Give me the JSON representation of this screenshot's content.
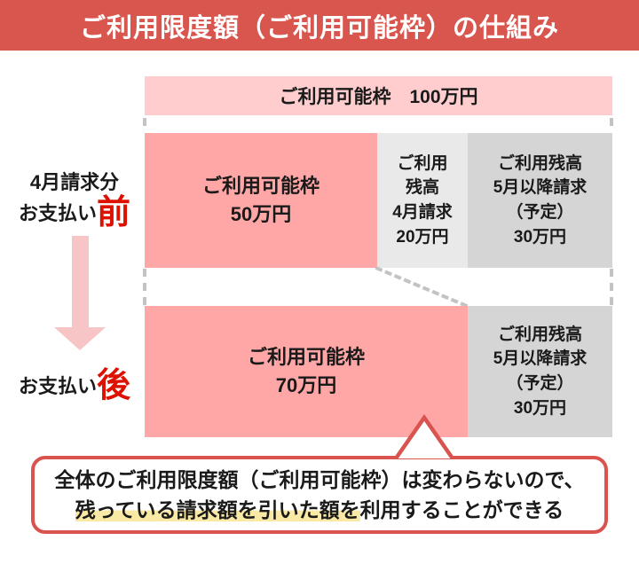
{
  "header": {
    "title": "ご利用限度額（ご利用可能枠）の仕組み"
  },
  "colors": {
    "header_bg": "#d9564e",
    "bar_pink": "#ffa6a6",
    "bar_pink_light": "#ffcdcd",
    "bar_gray_light": "#e9e9e9",
    "bar_gray_dark": "#d5d5d5",
    "accent_red": "#dd1100",
    "box_border": "#d9534f",
    "highlight_yellow": "#fae8a5",
    "arrow_pink": "#f8c5c7"
  },
  "diagram": {
    "total_bar": {
      "label": "ご利用可能枠　100万円"
    },
    "before": {
      "label_line1": "4月請求分",
      "label_line2": "お支払い",
      "label_accent": "前",
      "segment_available": "ご利用可能枠\n50万円",
      "segment_april": "ご利用\n残高\n4月請求\n20万円",
      "segment_may": "ご利用残高\n5月以降請求\n（予定）\n30万円"
    },
    "after": {
      "label_line2": "お支払い",
      "label_accent": "後",
      "segment_available": "ご利用可能枠\n70万円",
      "segment_may": "ご利用残高\n5月以降請求\n（予定）\n30万円"
    }
  },
  "note": {
    "line1": "全体のご利用限度額（ご利用可能枠）は変わらないので、",
    "line2_highlight": "残っている請求額を引いた額を",
    "line2_rest": "利用することができる"
  },
  "chart_data": {
    "type": "bar",
    "title": "ご利用限度額（ご利用可能枠）の仕組み",
    "unit": "万円",
    "total_limit": 100,
    "categories": [
      "4月請求分お支払い前",
      "お支払い後"
    ],
    "series": [
      {
        "name": "ご利用可能枠",
        "values": [
          50,
          70
        ]
      },
      {
        "name": "ご利用残高 4月請求",
        "values": [
          20,
          0
        ]
      },
      {
        "name": "ご利用残高 5月以降請求（予定）",
        "values": [
          30,
          30
        ]
      }
    ]
  }
}
